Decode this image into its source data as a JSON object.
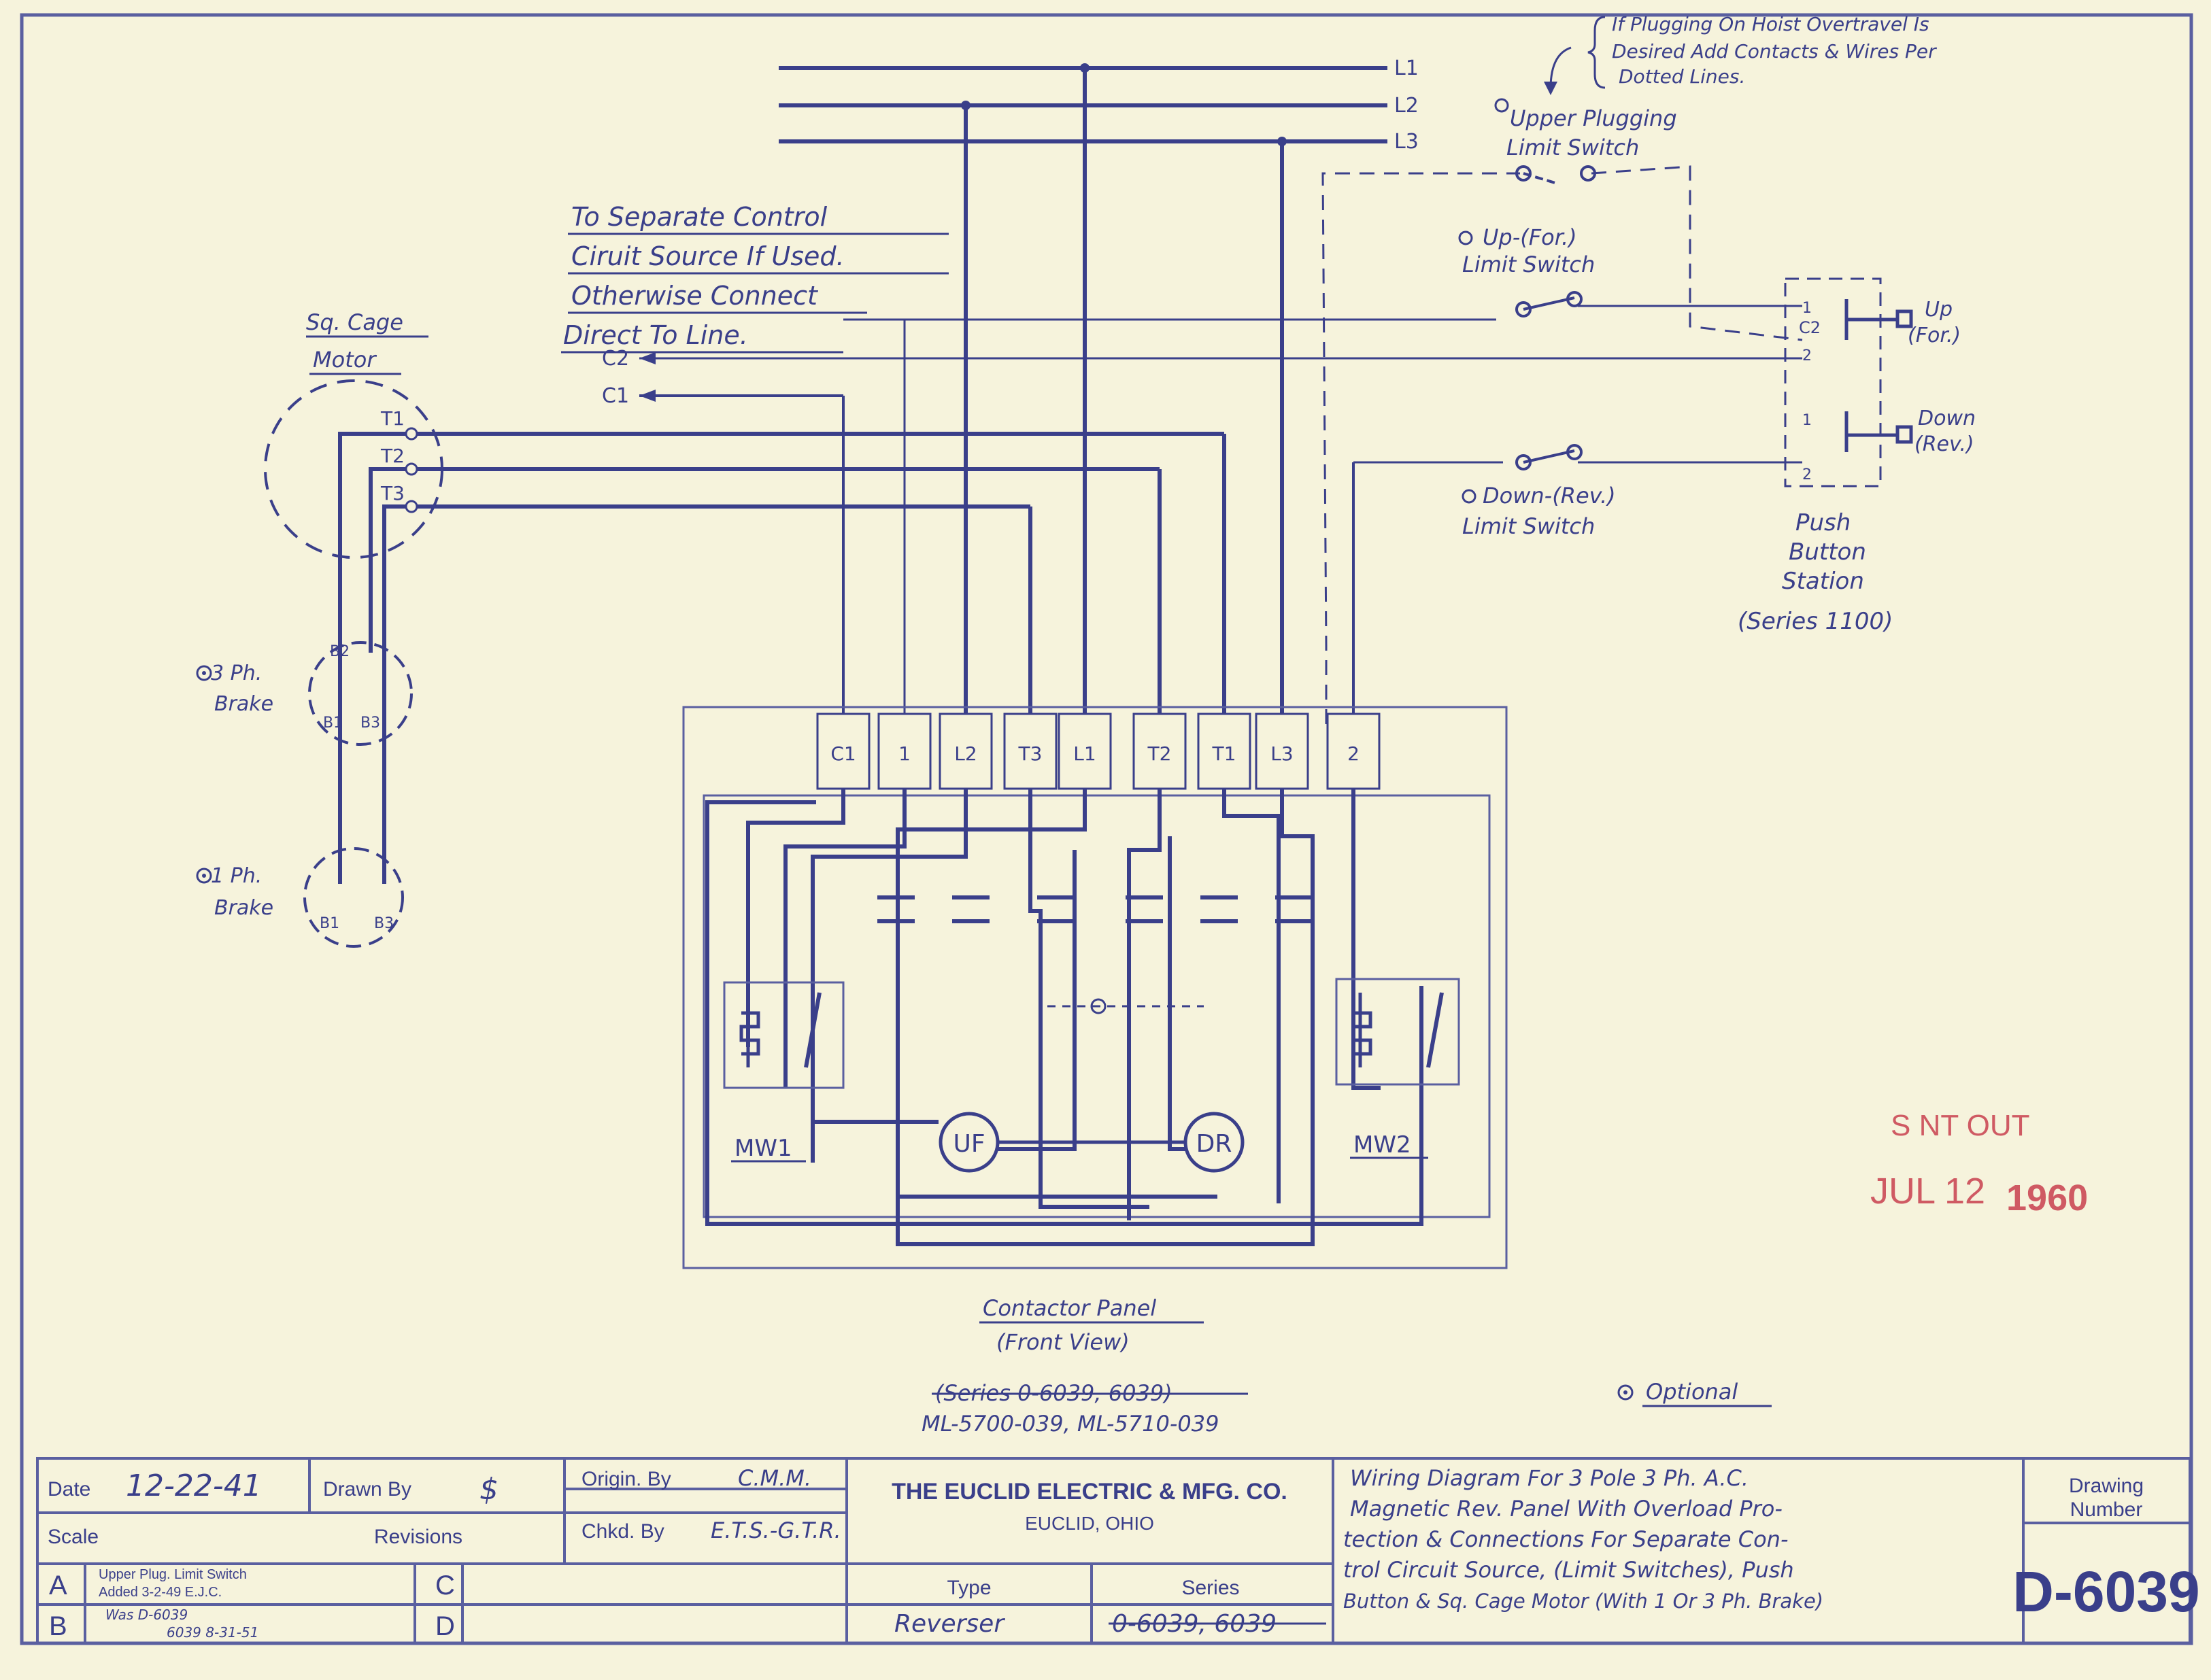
{
  "lines": [
    "L1",
    "L2",
    "L3"
  ],
  "motor": {
    "title": "Sq. Cage",
    "subtitle": "Motor",
    "terminals": [
      "T1",
      "T2",
      "T3"
    ]
  },
  "brake3": {
    "label1": "3 Ph.",
    "label2": "Brake",
    "terminals": [
      "B2",
      "B1",
      "B3"
    ]
  },
  "brake1": {
    "label1": "1 Ph.",
    "label2": "Brake",
    "terminals": [
      "B1",
      "B3"
    ]
  },
  "note_control": [
    "To Separate Control",
    "Ciruit Source If Used.",
    "Otherwise Connect",
    "Direct To Line."
  ],
  "control_leads": [
    "C2",
    "C1"
  ],
  "plug_note": [
    "If Plugging On Hoist Overtravel Is",
    "Desired Add Contacts & Wires Per",
    "Dotted Lines."
  ],
  "upper_plug": [
    "Upper Plugging",
    "Limit Switch"
  ],
  "up_limit": [
    "Up-(For.)",
    "Limit Switch"
  ],
  "down_limit": [
    "Down-(Rev.)",
    "Limit Switch"
  ],
  "pb_station": {
    "title": [
      "Push",
      "Button",
      "Station"
    ],
    "series": "(Series 1100)",
    "up": [
      "Up",
      "(For.)"
    ],
    "down": [
      "Down",
      "(Rev.)"
    ],
    "t1": "1",
    "c2": "C2",
    "t2": "2",
    "t1b": "1",
    "t2b": "2"
  },
  "panel": {
    "terminals": [
      "C1",
      "1",
      "L2",
      "T3",
      "L1",
      "T2",
      "T1",
      "L3",
      "2"
    ],
    "mw1": "MW1",
    "mw2": "MW2",
    "uf": "UF",
    "dr": "DR",
    "title": [
      "Contactor Panel",
      "(Front View)"
    ],
    "series_struck": "(Series 0-6039, 6039)",
    "series": "ML-5700-039, ML-5710-039"
  },
  "optional": "Optional",
  "stamp": {
    "line1": "S NT OUT",
    "date": "JUL 12",
    "year": "1960"
  },
  "titleblock": {
    "date_label": "Date",
    "date": "12-22-41",
    "drawn_label": "Drawn By",
    "origin_label": "Origin. By",
    "origin": "C.M.M.",
    "chkd_label": "Chkd. By",
    "chkd": "E.T.S.-G.T.R.",
    "scale_label": "Scale",
    "revisions_label": "Revisions",
    "rev": [
      "A",
      "B",
      "C",
      "D"
    ],
    "rev_a": [
      "Upper Plug. Limit Switch",
      "Added 3-2-49  E.J.C."
    ],
    "rev_b": [
      "Was D-6039",
      "6039    8-31-51"
    ],
    "company": "THE EUCLID ELECTRIC & MFG. CO.",
    "city": "EUCLID, OHIO",
    "type_label": "Type",
    "series_label": "Series",
    "type": "Reverser",
    "series_struck": "0-6039, 6039",
    "title": [
      "Wiring Diagram For 3 Pole 3 Ph. A.C.",
      "Magnetic Rev. Panel With Overload Pro-",
      "tection & Connections For Separate Con-",
      "trol Circuit Source, (Limit Switches), Push",
      "Button & Sq. Cage Motor (With 1 Or 3 Ph. Brake)"
    ],
    "drawing_label": [
      "Drawing",
      "Number"
    ],
    "drawing_number": "D-6039"
  },
  "colors": {
    "ink": "#3a3f8a",
    "paper": "#f6f3dc",
    "stamp": "#cf5a63"
  }
}
